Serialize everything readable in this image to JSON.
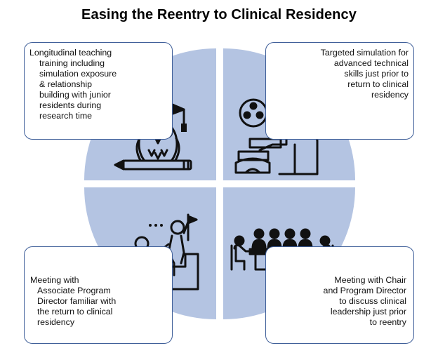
{
  "title": "Easing the Reentry to Clinical Residency",
  "colors": {
    "quadrant_fill": "#b4c4e2",
    "callout_border": "#3f5f99",
    "icon": "#111111"
  },
  "quadrants": [
    {
      "position": "top-left",
      "icon": "owl-graduate-icon",
      "text": "Longitudinal teaching\ntraining including\nsimulation exposure\n& relationship\nbuilding with junior\nresidents during\nresearch time"
    },
    {
      "position": "top-right",
      "icon": "surgeon-simulator-icon",
      "text": "Targeted simulation for\nadvanced technical\nskills just prior to\nreturn to clinical\nresidency"
    },
    {
      "position": "bottom-left",
      "icon": "mentor-climb-icon",
      "text": "Meeting with\nAssociate Program\nDirector familiar with\nthe return to clinical\nresidency"
    },
    {
      "position": "bottom-right",
      "icon": "meeting-table-icon",
      "text": "Meeting with Chair\nand Program Director\nto discuss clinical\nleadership just prior\nto reentry"
    }
  ]
}
